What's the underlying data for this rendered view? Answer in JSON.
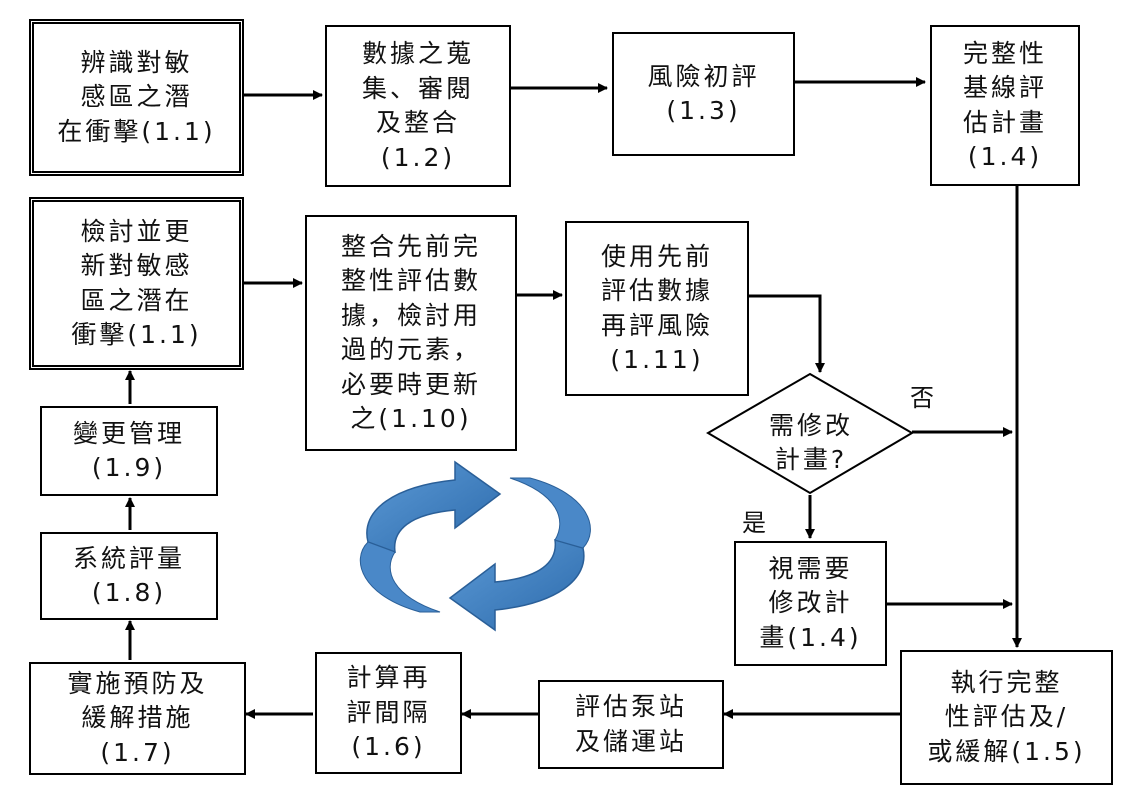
{
  "nodes": {
    "n1_1a": "辨識對敏\n感區之潛\n在衝擊(1.1)",
    "n1_2": "數據之蒐\n集、審閱\n及整合\n(1.2)",
    "n1_3": "風險初評\n(1.3)",
    "n1_4a": "完整性\n基線評\n估計畫\n(1.4)",
    "n1_1b": "檢討並更\n新對敏感\n區之潛在\n衝擊(1.1)",
    "n1_10": "整合先前完\n整性評估數\n據，檢討用\n過的元素，\n必要時更新\n之(1.10)",
    "n1_11": "使用先前\n評估數據\n再評風險\n(1.11)",
    "decision": "需修改\n計畫?",
    "n1_9": "變更管理\n(1.9)",
    "n1_8": "系統評量\n(1.8)",
    "n1_4b": "視需要\n修改計\n畫(1.4)",
    "n1_7": "實施預防及\n緩解措施\n(1.7)",
    "n1_6": "計算再\n評間隔\n(1.6)",
    "pump": "評估泵站\n及儲運站",
    "n1_5": "執行完整\n性評估及/\n或緩解(1.5)"
  },
  "labels": {
    "no": "否",
    "yes": "是"
  },
  "colors": {
    "line": "#000000",
    "cycle_arrow": "#3f83c4",
    "cycle_arrow_dark": "#1f5a94"
  }
}
